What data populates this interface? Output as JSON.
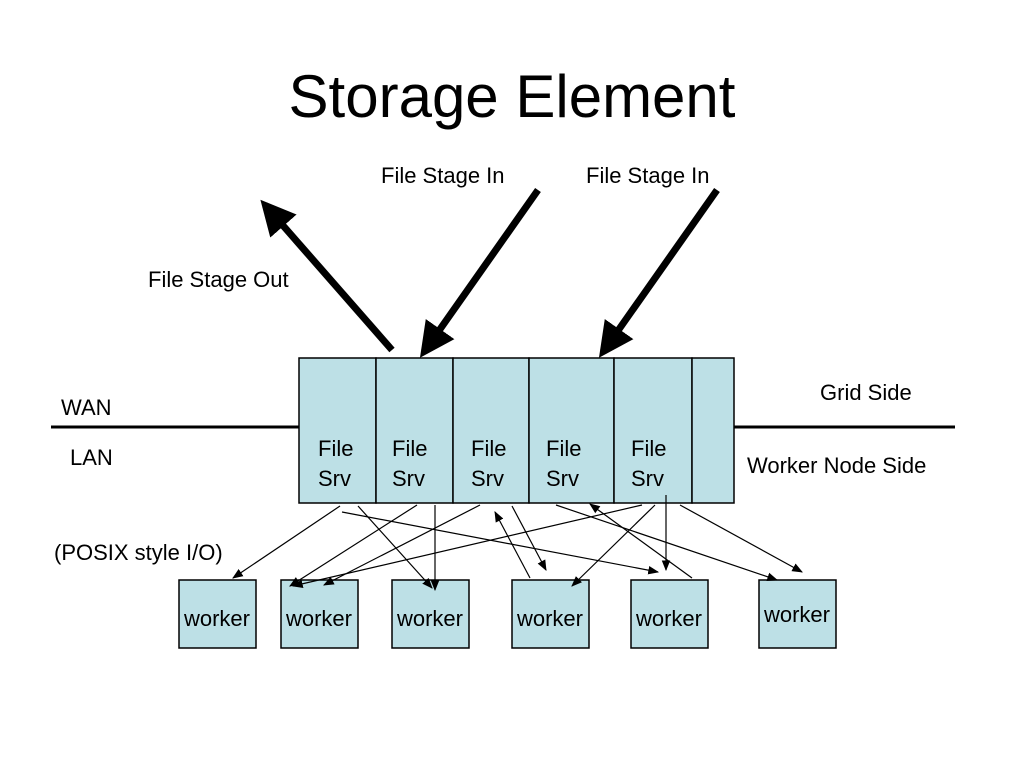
{
  "title": "Storage Element",
  "labels": {
    "stage_in_1": "File Stage In",
    "stage_in_2": "File Stage In",
    "stage_out": "File Stage Out",
    "wan": "WAN",
    "lan": "LAN",
    "grid_side": "Grid Side",
    "worker_side": "Worker Node  Side",
    "posix": "(POSIX style I/O)"
  },
  "file_servers": [
    {
      "line1": "File",
      "line2": "Srv"
    },
    {
      "line1": "File",
      "line2": "Srv"
    },
    {
      "line1": "File",
      "line2": "Srv"
    },
    {
      "line1": "File",
      "line2": "Srv"
    },
    {
      "line1": "File",
      "line2": "Srv"
    }
  ],
  "workers": [
    "worker",
    "worker",
    "worker",
    "worker",
    "worker",
    "worker"
  ],
  "colors": {
    "box_fill": "#bde0e6",
    "stroke": "#000000"
  }
}
